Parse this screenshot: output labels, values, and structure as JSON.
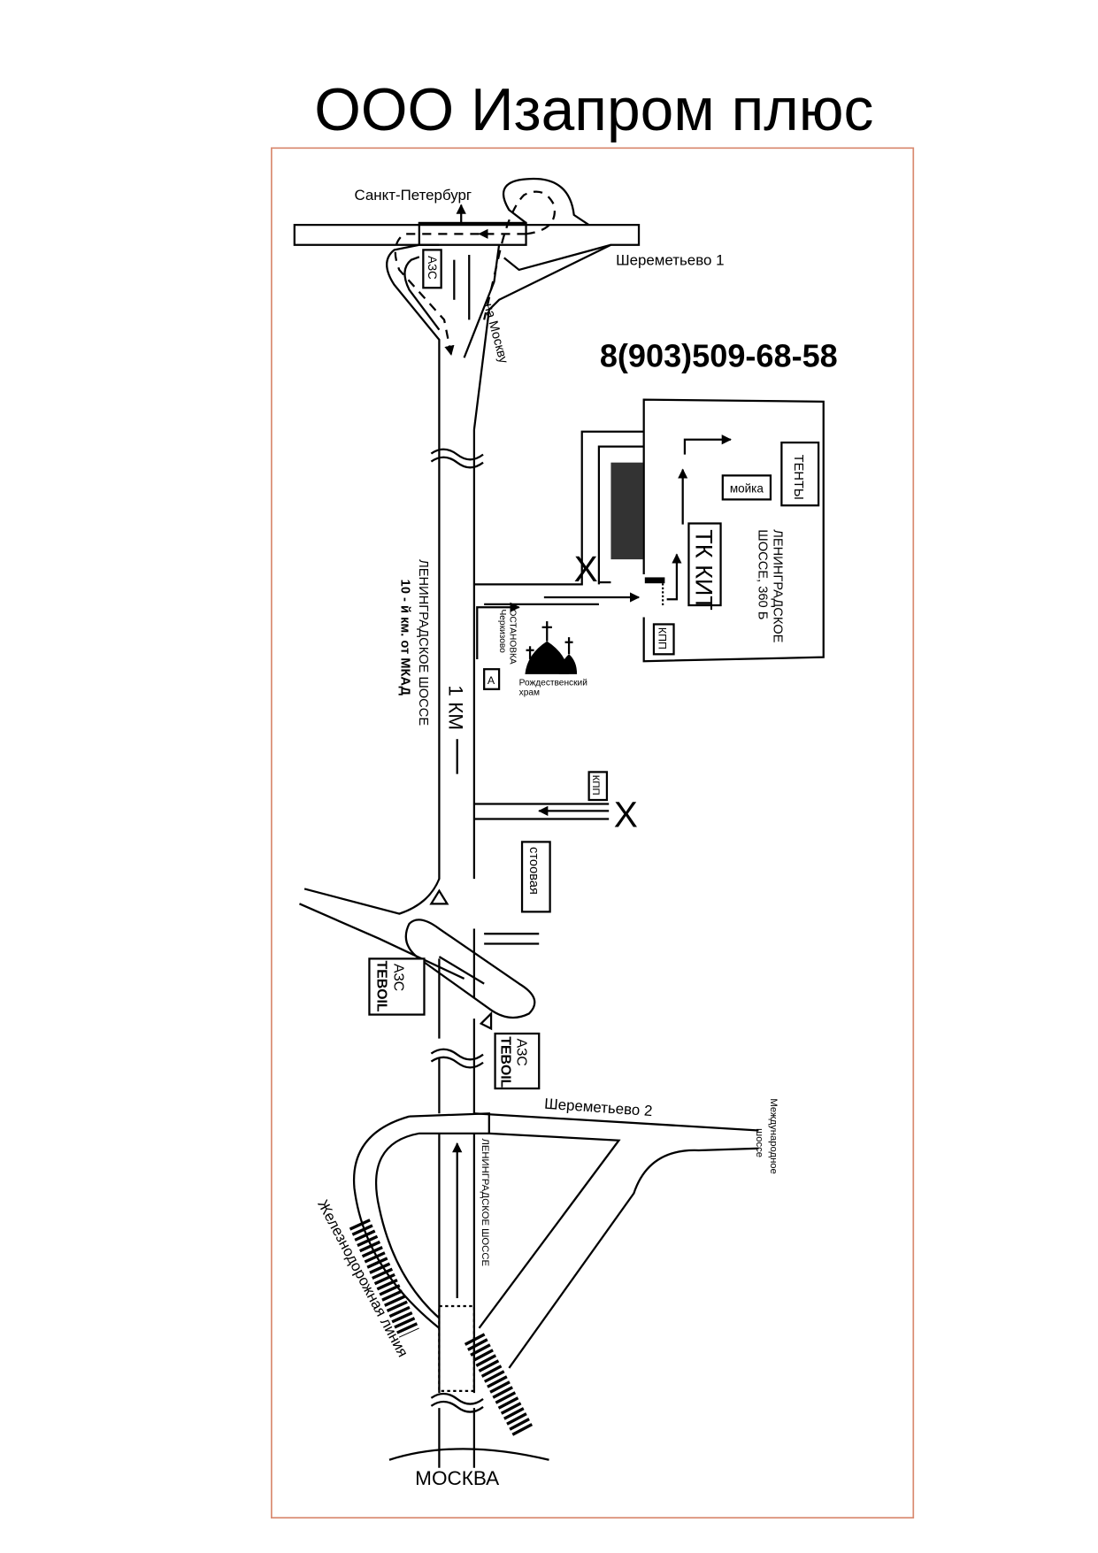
{
  "title": "ООО Изапром плюс",
  "phone": "8(903)509-68-58",
  "colors": {
    "frame": "#d98a70",
    "ink": "#000000",
    "building": "#333333"
  },
  "labels": {
    "spb": "Санкт-Петербург",
    "sher1": "Шереметьево 1",
    "azs_top": "АЗС",
    "to_moscow": "на Москву",
    "highway_main_1": "ЛЕНИНГРАДСКОЕ ШОССЕ",
    "highway_main_2": "10 - й км. от МКАД",
    "km": "1 КМ",
    "bus_stop_1": "ОСТАНОВКА",
    "bus_stop_2": "Черкизово",
    "bus_stop_badge": "А",
    "church_1": "Рождественский",
    "church_2": "храм",
    "tents": "ТЕНТЫ",
    "wash": "мойка",
    "tk_kit": "ТК КИТ",
    "address_1": "ЛЕНИНГРАДСКОЕ",
    "address_2": "ШОССЕ, 360 Б",
    "kpp_1": "КПП",
    "kpp_2": "КПП",
    "canteen": "стоовая",
    "azs_teboil_1a": "АЗС",
    "azs_teboil_1b": "TEBOIL",
    "azs_teboil_2a": "АЗС",
    "azs_teboil_2b": "TEBOIL",
    "sher2": "Шереметьево 2",
    "intl_1": "Международное",
    "intl_2": "шоссе",
    "highway_low": "ЛЕНИНГРАДСКОЕ ШОССЕ",
    "railway": "Железнодорожная линия",
    "moscow": "МОСКВА",
    "blocked_1": "X",
    "blocked_2": "X"
  }
}
